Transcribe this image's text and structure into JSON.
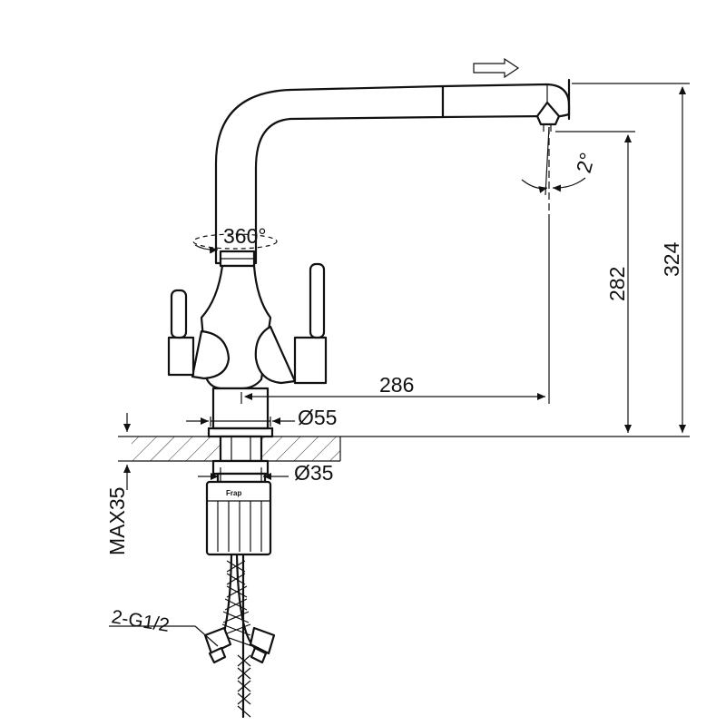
{
  "diagram": {
    "subject": "kitchen faucet with pull-out spout",
    "labels": {
      "rotation": "360°",
      "tilt": "2°",
      "reach": "286",
      "spout_height": "282",
      "total_height": "324",
      "base_diameter": "Ø55",
      "shank_diameter": "Ø35",
      "max_thickness": "MAX35",
      "connection": "2-G1/2"
    },
    "brand_mark": "Frap",
    "colors": {
      "line": "#111111",
      "background": "#ffffff"
    },
    "icons": [
      "flow-arrow-icon",
      "rotation-arrow-icon",
      "tilt-arc-icon"
    ]
  }
}
